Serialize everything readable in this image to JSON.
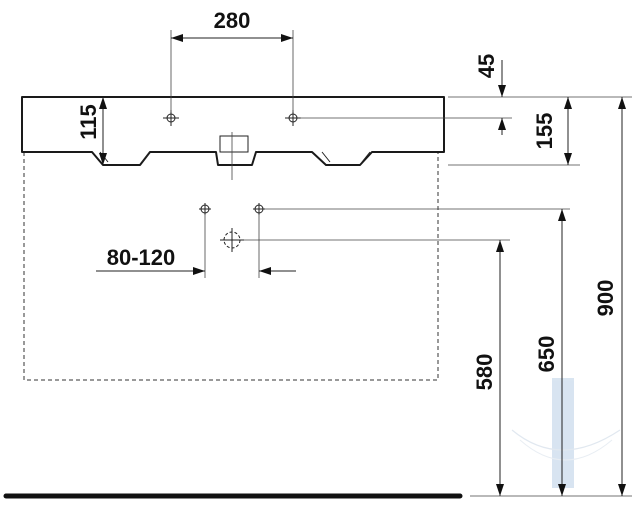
{
  "drawing": {
    "dimensions": {
      "tap_spacing": "280",
      "overflow_offset": "45",
      "rim_height": "155",
      "tap_hole_height": "115",
      "drain_range": "80-120",
      "drain_height": "580",
      "supply_height": "650",
      "total_height": "900"
    },
    "colors": {
      "line": "#1a1a1a",
      "floor": "#111111",
      "watermark": "#b9cfe6"
    }
  }
}
